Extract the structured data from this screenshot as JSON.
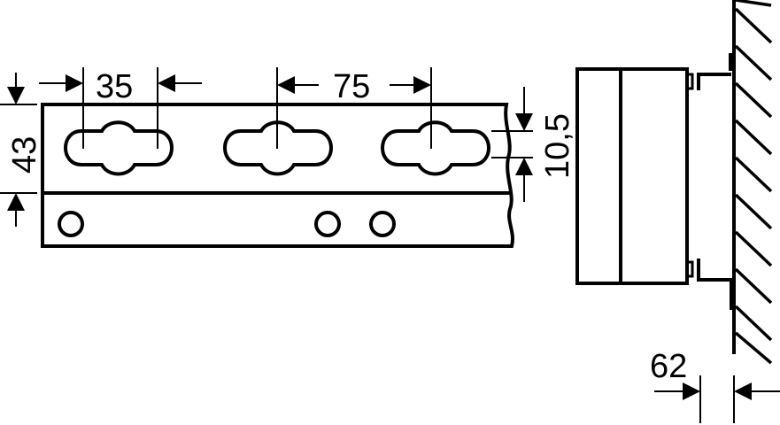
{
  "diagram": {
    "type": "technical-drawing",
    "description": "Mounting rail with keyhole slots and wall-mounted device side view",
    "colors": {
      "line": "#000000",
      "background": "#ffffff"
    },
    "dimensions": {
      "slot_width": "35",
      "slot_spacing": "75",
      "rail_height": "43",
      "slot_height": "10,5",
      "wall_offset": "62"
    }
  }
}
